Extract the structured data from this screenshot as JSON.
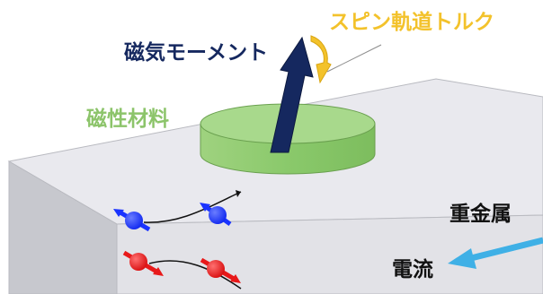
{
  "labels": {
    "magnetic_moment": "磁気モーメント",
    "spin_orbit_torque": "スピン軌道トルク",
    "magnetic_material": "磁性材料",
    "heavy_metal": "重金属",
    "current": "電流"
  },
  "colors": {
    "moment_arrow": "#15285f",
    "torque_arrow": "#f3c22b",
    "magnetic_material": "#8fce6e",
    "current_arrow": "#3fb0e6",
    "spin_up": "#1a33ff",
    "spin_down": "#e8191a",
    "slab_top": "#e8e8ec",
    "slab_front": "#c8c9ce"
  },
  "icons": {
    "moment": "arrow-up-icon",
    "torque": "curved-arrow-icon",
    "current": "arrow-left-icon",
    "spin_up": "spin-up-electron-icon",
    "spin_down": "spin-down-electron-icon"
  }
}
